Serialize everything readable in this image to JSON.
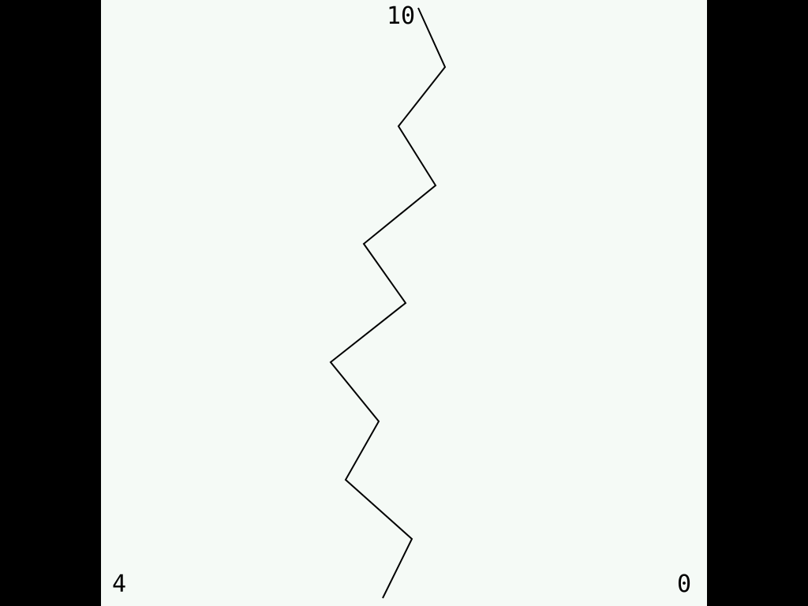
{
  "game": {
    "top_counter": "10",
    "bottom_left_counter": "4",
    "bottom_right_counter": "0",
    "colors": {
      "playfield": "#f5faf6",
      "border": "#000000",
      "line": "#000000",
      "text": "#000000"
    },
    "icons": {
      "path_line": "zigzag-track-icon"
    }
  }
}
